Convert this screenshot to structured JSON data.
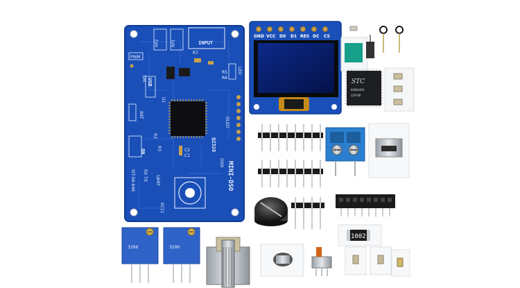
{
  "pcb": {
    "board_name": "MINI-DSO",
    "board_id": "Q2328",
    "brand": "DSO",
    "labels": {
      "input": "INPUT",
      "pwm": "PWM",
      "sin": "SIN",
      "usb": "USB",
      "bat": "BAT",
      "on": "ON",
      "uart": "UART",
      "ec11": "EC11",
      "led": "LED",
      "oled": "OLED",
      "signal": "SIT-56-646",
      "rx_tx": "RX TX",
      "rp1": "RP1",
      "rp2": "RP2",
      "u1": "U1",
      "r5": "R5",
      "r6": "R6",
      "r7": "R7",
      "r2": "R2",
      "r3": "R3",
      "c1": "C1",
      "c2": "C2"
    }
  },
  "oled": {
    "pins": [
      "GND",
      "VCC",
      "D0",
      "D1",
      "RES",
      "DC",
      "CS"
    ]
  },
  "mcu": {
    "brand": "STC",
    "part": "8A8K64D4",
    "code": "LQFP48"
  },
  "resistor": {
    "marking": "1002"
  },
  "trimmers": {
    "marking": "3296"
  },
  "colors": {
    "pcb_blue": "#1a4fb8",
    "pcb_edge": "#0f3a93",
    "silk": "#e9f1ff",
    "terminal_blue": "#2a7fd0",
    "trimmer_blue": "#2f63c8",
    "oled_glass": "#0a1e6b",
    "copper_gold": "#c9a24a"
  }
}
